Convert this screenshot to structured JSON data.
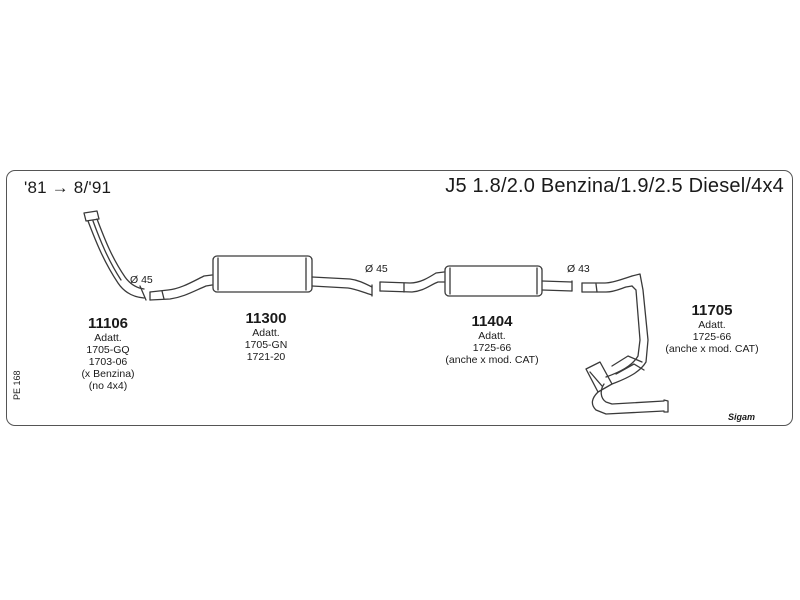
{
  "header": {
    "years": "'81 → 8/'91",
    "model": "J5 1.8/2.0 Benzina/1.9/2.5 Diesel/4x4"
  },
  "diameters": [
    "Ø 45",
    "Ø 45",
    "Ø 43"
  ],
  "parts": [
    {
      "code": "11106",
      "lines": [
        "Adatt.",
        "1705-GQ",
        "1703-06",
        "(x Benzina)",
        "(no 4x4)"
      ]
    },
    {
      "code": "11300",
      "lines": [
        "Adatt.",
        "1705-GN",
        "1721-20"
      ]
    },
    {
      "code": "11404",
      "lines": [
        "Adatt.",
        "1725-66",
        "(anche x mod. CAT)"
      ]
    },
    {
      "code": "11705",
      "lines": [
        "Adatt.",
        "1725-66",
        "(anche x mod. CAT)"
      ]
    }
  ],
  "side_label": "PE 168",
  "brand": "Sigam",
  "colors": {
    "line": "#3a3a3a",
    "border": "#555555",
    "background": "#ffffff"
  }
}
